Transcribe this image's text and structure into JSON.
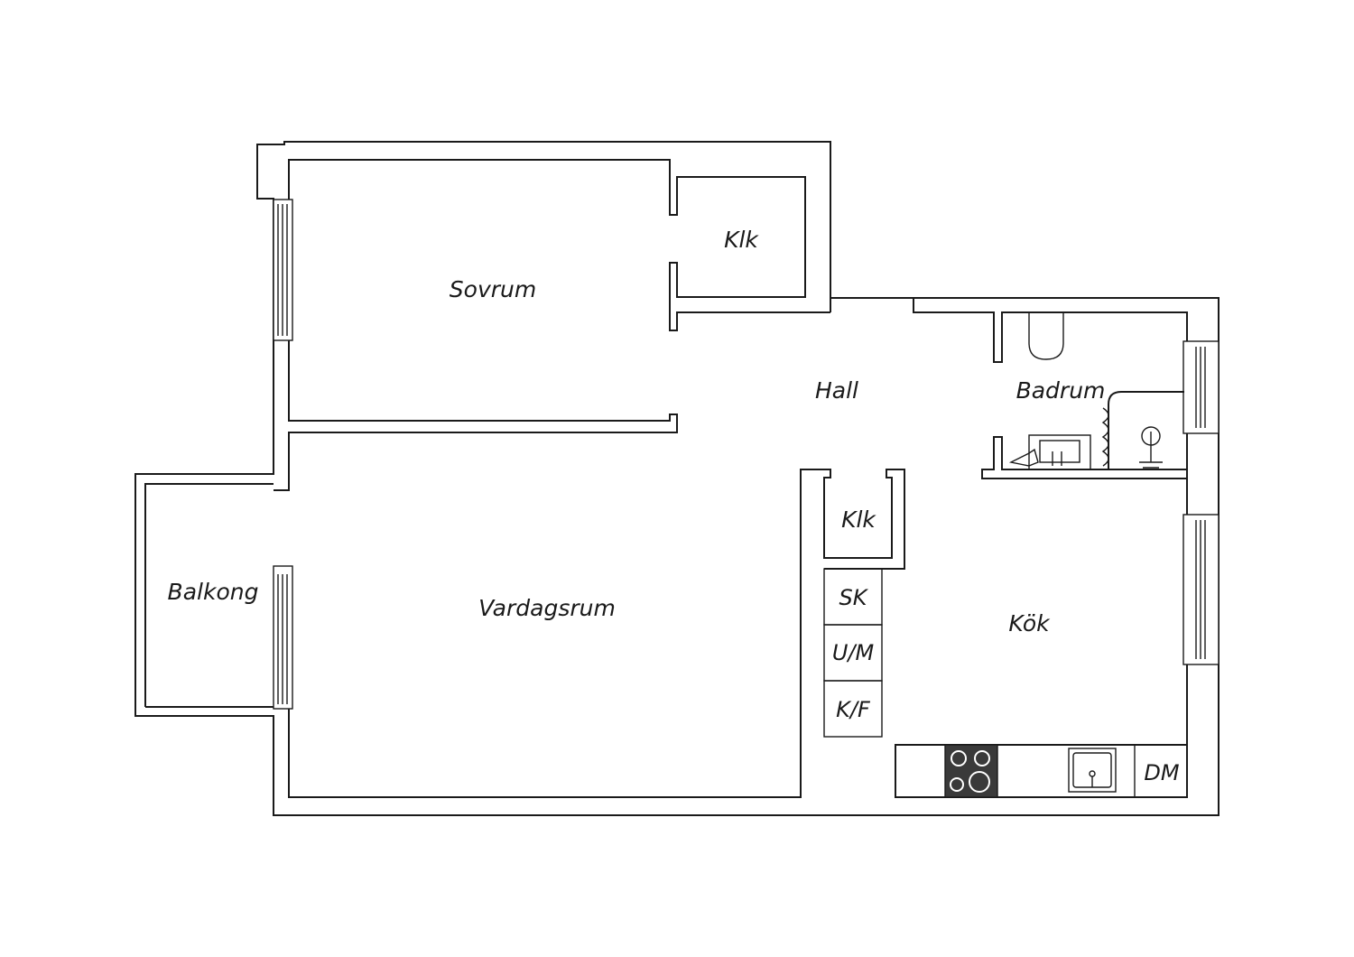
{
  "rooms": {
    "sovrum": "Sovrum",
    "klk_top": "Klk",
    "hall": "Hall",
    "badrum": "Badrum",
    "klk_mid": "Klk",
    "balkong": "Balkong",
    "vardagsrum": "Vardagsrum",
    "kok": "Kök"
  },
  "appliances": {
    "sk": "SK",
    "um": "U/M",
    "kf": "K/F",
    "dm": "DM"
  },
  "colors": {
    "line": "#1a1a1a",
    "stove": "#3a3a3a",
    "background": "#ffffff"
  }
}
